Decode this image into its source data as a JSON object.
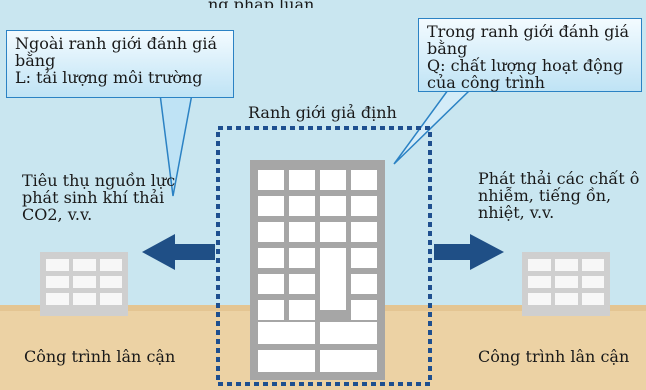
{
  "top_caption": "ng pháp luận",
  "left_callout": {
    "line1": "Ngoài ranh giới đánh giá",
    "line2": "bằng",
    "line3": "L: tải lượng môi trường"
  },
  "right_callout": {
    "line1": "Trong ranh giới đánh giá",
    "line2": "bằng",
    "line3": "Q: chất lượng hoạt động",
    "line4": "của công trình"
  },
  "boundary_label": "Ranh giới giả định",
  "left_effect": {
    "line1": "Tiêu thụ nguồn lực",
    "line2": "phát sinh khí thải",
    "line3": "CO2, v.v."
  },
  "right_effect": {
    "line1": "Phát thải các chất ô",
    "line2": "nhiễm, tiếng ồn,",
    "line3": "nhiệt, v.v."
  },
  "left_neighbor_label": "Công trình lân cận",
  "right_neighbor_label": "Công trình lân cận",
  "colors": {
    "background": "#c9e6f0",
    "ground": "#ecd2a4",
    "callout_border": "#2b82c4",
    "arrow": "#1f4f86",
    "boundary": "#1e4f8f",
    "building": "#a6a6a6"
  }
}
